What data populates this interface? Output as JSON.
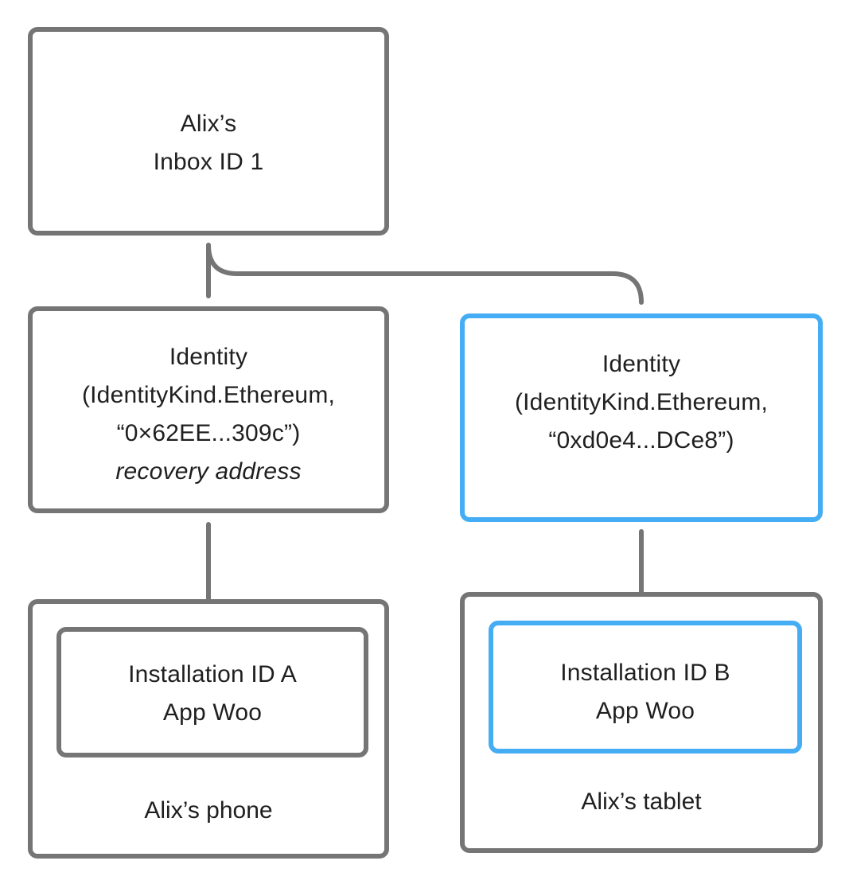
{
  "inbox": {
    "line1": "Alix’s",
    "line2": "Inbox ID 1"
  },
  "identity_recovery": {
    "line1": "Identity",
    "line2": "(IdentityKind.Ethereum,",
    "line3": "“0×62EE...309c”)",
    "note": "recovery address"
  },
  "identity_second": {
    "line1": "Identity",
    "line2": "(IdentityKind.Ethereum,",
    "line3": "“0xd0e4...DCe8”)"
  },
  "phone": {
    "label": "Alix’s phone",
    "installation": {
      "line1": "Installation ID A",
      "line2": "App Woo"
    }
  },
  "tablet": {
    "label": "Alix’s tablet",
    "installation": {
      "line1": "Installation ID B",
      "line2": "App Woo"
    }
  },
  "colors": {
    "box_border": "#757575",
    "highlight_border": "#45adf3",
    "text": "#1f1f1f",
    "background": "#ffffff"
  }
}
